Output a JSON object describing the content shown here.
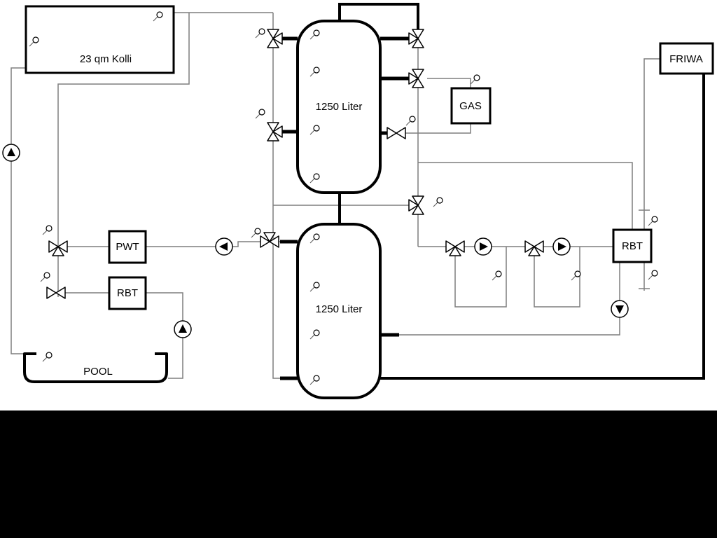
{
  "labels": {
    "collector": "23 qm Kolli",
    "tank_top": "1250 Liter",
    "tank_bottom": "1250 Liter",
    "pwt": "PWT",
    "rbt_left": "RBT",
    "rbt_right": "RBT",
    "pool": "POOL",
    "gas": "GAS",
    "friwa": "FRIWA"
  },
  "icons": {
    "pump": "circle with solid flow-direction triangle",
    "valve": "hollow double-triangle bowtie",
    "three_way_valve": "hollow triple-triangle",
    "sensor": "small circle with stem"
  },
  "colors": {
    "pipe_gray": "#7f7f7f",
    "pipe_black": "#000000",
    "diagram_background": "#ffffff",
    "letterbox": "#000000"
  }
}
